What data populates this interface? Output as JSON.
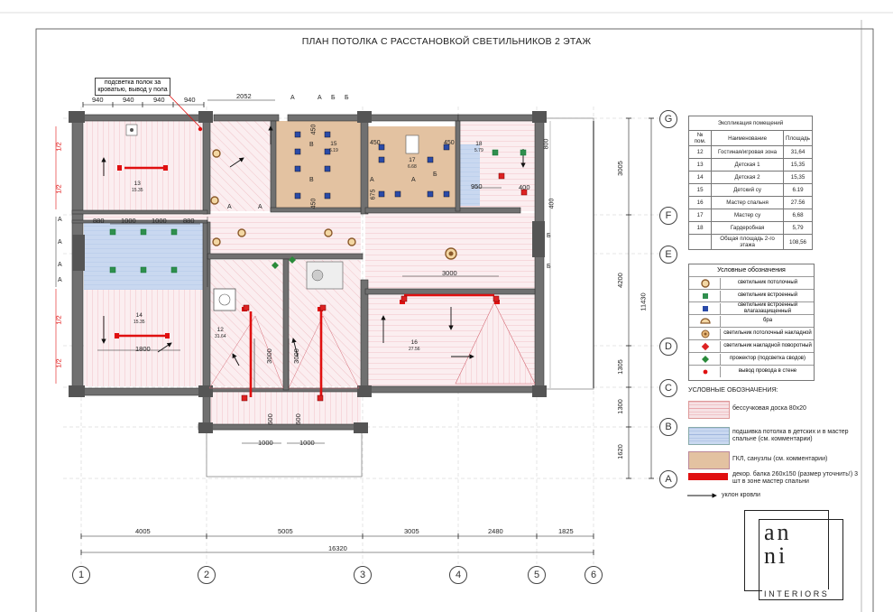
{
  "title": "ПЛАН ПОТОЛКА С РАССТАНОВКОЙ СВЕТИЛЬНИКОВ 2 ЭТАЖ",
  "note": "подсветка полок за кроватью, вывод у пола",
  "explication": {
    "caption": "Экспликация помещений",
    "headers": [
      "№ пом.",
      "Наименование",
      "Площадь"
    ],
    "rows": [
      [
        "12",
        "Гостиная/игровая зона",
        "31,64"
      ],
      [
        "13",
        "Детская 1",
        "15,35"
      ],
      [
        "14",
        "Детская 2",
        "15,35"
      ],
      [
        "15",
        "Детский су",
        "6.19"
      ],
      [
        "16",
        "Мастер спальня",
        "27.56"
      ],
      [
        "17",
        "Мастер су",
        "6,68"
      ],
      [
        "18",
        "Гардеробная",
        "5,79"
      ]
    ],
    "total_label": "Общая площадь 2-го этажа",
    "total_value": "108,56"
  },
  "legend": {
    "title": "Условные обозначения",
    "items": [
      {
        "icon": "ceiling-light-icon",
        "label": "светильник потолочный"
      },
      {
        "icon": "recessed-light-icon",
        "label": "светильник встроенный"
      },
      {
        "icon": "waterproof-light-icon",
        "label": "светильник встроенный влагазащищенный"
      },
      {
        "icon": "wall-sconce-icon",
        "label": "бра"
      },
      {
        "icon": "surface-light-icon",
        "label": "светильник потолочный накладной"
      },
      {
        "icon": "rotary-light-icon",
        "label": "светильник накладной поворотный"
      },
      {
        "icon": "spotlight-icon",
        "label": "прожектор (подсветка сводов)"
      },
      {
        "icon": "wire-outlet-icon",
        "label": "вывод провода в стене"
      }
    ]
  },
  "legend2": {
    "title": "УСЛОВНЫЕ ОБОЗНАЧЕНИЯ:",
    "items": [
      {
        "label": "бессучковая доска 80х20",
        "color": "#f6e2e4"
      },
      {
        "label": "подшивка потолка в детских и в мастер спальне (см. комментарии)",
        "color": "#c9d8f0"
      },
      {
        "label": "ГКЛ, санузлы (см. комментарии)",
        "color": "#e3c2a1"
      },
      {
        "label": "декор. балка 260х150 (размер уточнить!) 3 шт в зоне мастер спальни",
        "color": "#e01010"
      }
    ],
    "slope_label": "уклон кровли"
  },
  "axes_letters": [
    "G",
    "F",
    "E",
    "D",
    "C",
    "B",
    "A"
  ],
  "axes_numbers": [
    "1",
    "2",
    "3",
    "4",
    "5",
    "6"
  ],
  "dims": {
    "top": [
      "940",
      "940",
      "940",
      "940",
      "2052"
    ],
    "row2": [
      "880",
      "1000",
      "1000",
      "880"
    ],
    "bottom": [
      "4005",
      "5005",
      "3005",
      "2480",
      "1825"
    ],
    "total": "16320",
    "right": [
      "3005",
      "4200",
      "1305",
      "1300",
      "1620"
    ],
    "right_total": "11430",
    "inner": [
      "3000",
      "1800",
      "3000",
      "3000",
      "3000",
      "600",
      "600",
      "1000",
      "1000",
      "950",
      "400",
      "800",
      "450",
      "450",
      "675",
      "450",
      "400"
    ],
    "side_half": [
      "1/2",
      "1/2",
      "1/2",
      "1/2"
    ]
  },
  "rooms": [
    {
      "num": "13",
      "area": "15.35"
    },
    {
      "num": "14",
      "area": "15.35"
    },
    {
      "num": "12",
      "area": "31.64"
    },
    {
      "num": "15",
      "area": "6.19"
    },
    {
      "num": "17",
      "area": "6.68"
    },
    {
      "num": "18",
      "area": "5.79"
    },
    {
      "num": "16",
      "area": "27.56"
    }
  ],
  "marks": {
    "a": "А",
    "b": "Б",
    "v": "В"
  },
  "logo": {
    "line1": "an",
    "line2": "ni",
    "sub": "INTERIORS"
  },
  "colors": {
    "plank": "#f6e2e4",
    "blue": "#c9d8f0",
    "gkl": "#e3c2a1",
    "wall": "#707070",
    "beam": "#e01010"
  }
}
